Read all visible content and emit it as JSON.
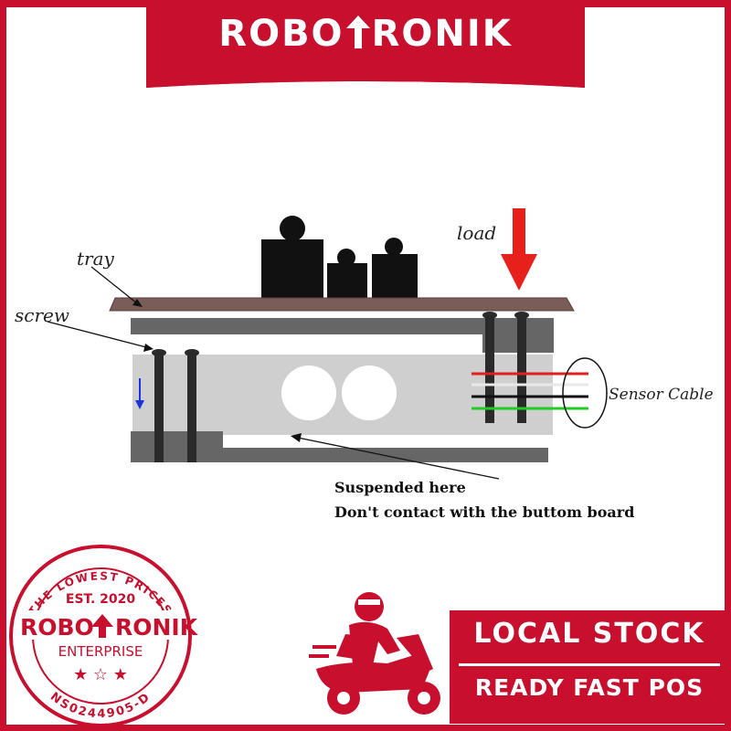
{
  "brand": {
    "name_left": "ROBO",
    "name_right": "RONIK",
    "color": "#c8102e"
  },
  "diagram": {
    "labels": {
      "tray": "tray",
      "screw": "screw",
      "load": "load",
      "sensor_cable": "Sensor Cable",
      "note_line_1": "Suspended here",
      "note_line_2": "Don't contact with the buttom board"
    },
    "wire_colors": [
      "#e0201c",
      "#e8e8e8",
      "#111111",
      "#22cc22"
    ],
    "load_arrow_color": "#e8201c",
    "direction_arrow_color": "#1a33dd"
  },
  "stamp": {
    "top_arc": "THE LOWEST PRICES",
    "est": "EST. 2020",
    "name_left": "ROBO",
    "name_right": "RONIK",
    "enterprise": "ENTERPRISE",
    "reg_number": "NS0244905-D"
  },
  "promo": {
    "line1": "LOCAL STOCK",
    "line2": "READY FAST POS"
  }
}
